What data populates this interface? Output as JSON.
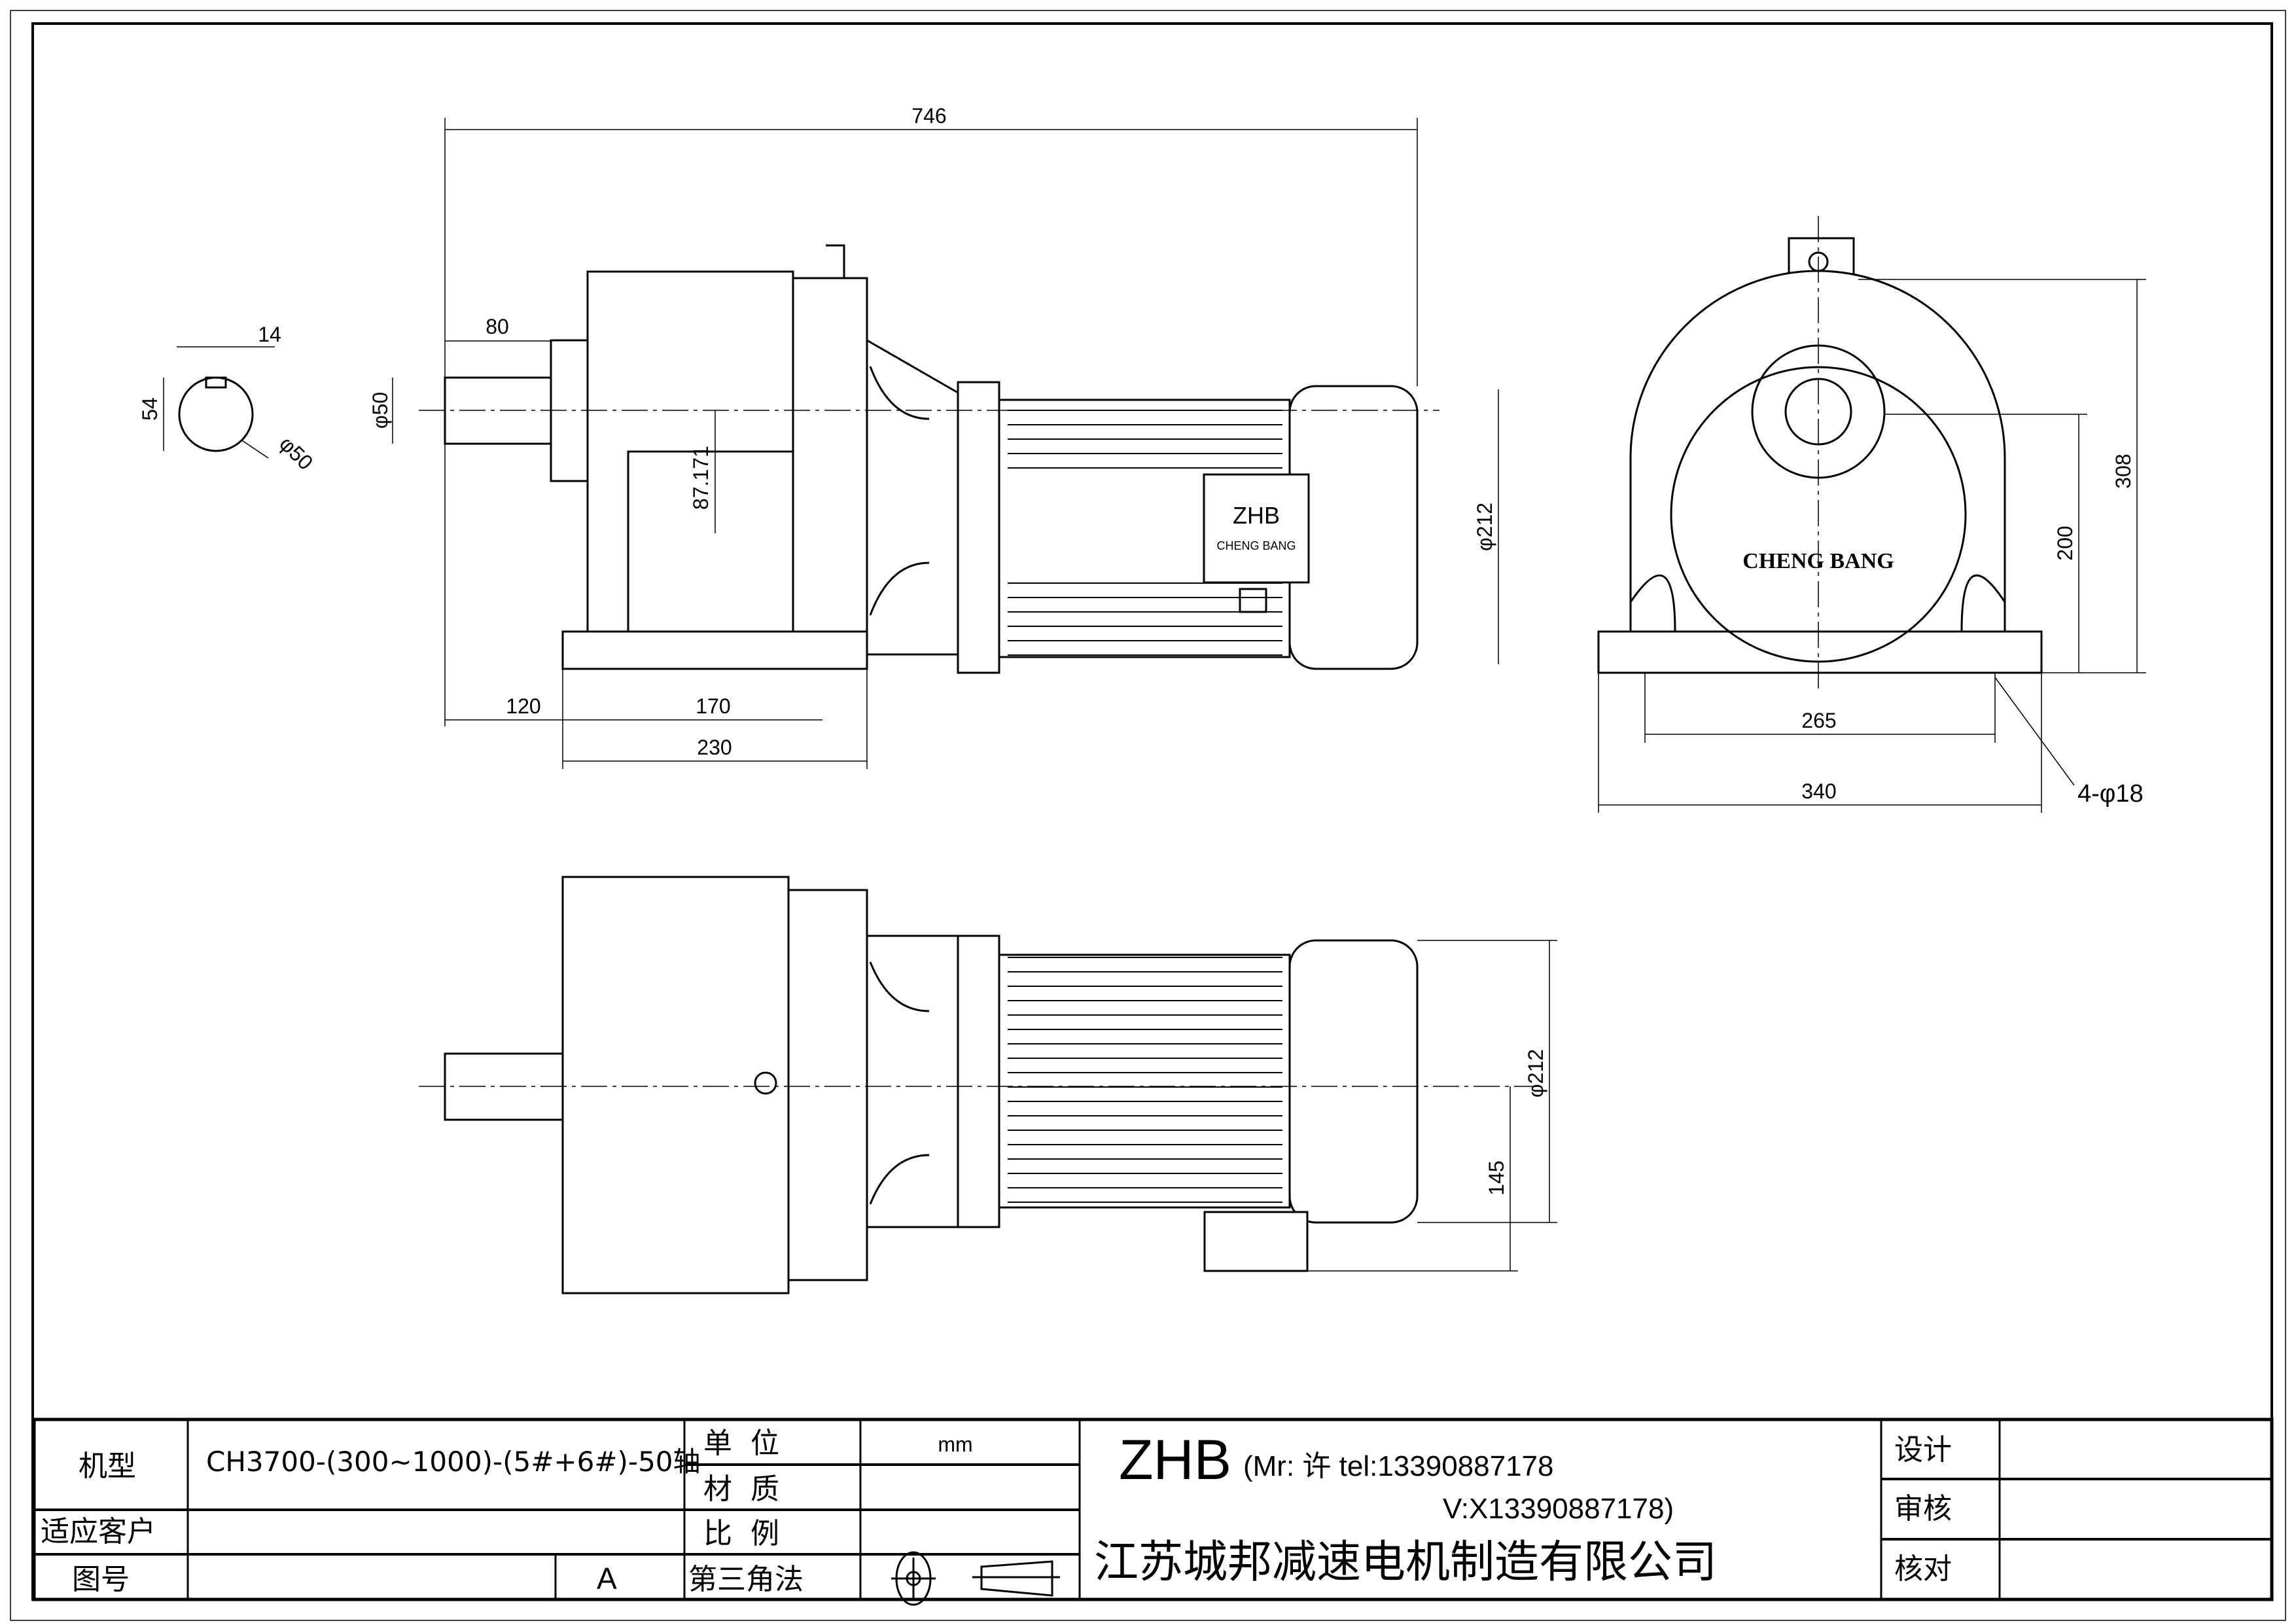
{
  "drawing": {
    "front_view": {
      "dims": {
        "overall_length": "746",
        "shaft_length": "80",
        "shaft_dia": "φ50",
        "shaft_height": "87.171",
        "motor_dia": "φ212",
        "base_offset": "120",
        "hole_spacing": "170",
        "base_length": "230"
      },
      "nameplate_logo": "ZHB",
      "nameplate_brand": "CHENG BANG"
    },
    "shaft_section": {
      "key_width": "14",
      "key_height": "54",
      "dia": "φ50"
    },
    "side_view": {
      "brand": "CHENG BANG",
      "dims": {
        "total_height": "308",
        "center_height": "200",
        "hole_spacing": "265",
        "base_width": "340",
        "holes": "4-φ18"
      }
    },
    "bottom_view": {
      "dims": {
        "motor_dia": "φ212",
        "terminal_offset": "145"
      }
    }
  },
  "title_block": {
    "model_label": "机型",
    "model_value": "CH3700-(300~1000)-(5#+6#)-50轴",
    "customer_label": "适应客户",
    "drawing_no_label": "图号",
    "revision": "A",
    "unit_label": "单  位",
    "unit_value": "mm",
    "material_label": "材  质",
    "scale_label": "比  例",
    "projection_label": "第三角法",
    "brand": "ZHB",
    "contact_line1": "(Mr: 许 tel:13390887178",
    "contact_line2": "V:X13390887178)",
    "company": "江苏城邦减速电机制造有限公司",
    "design_label": "设计",
    "review_label": "审核",
    "check_label": "核对"
  }
}
